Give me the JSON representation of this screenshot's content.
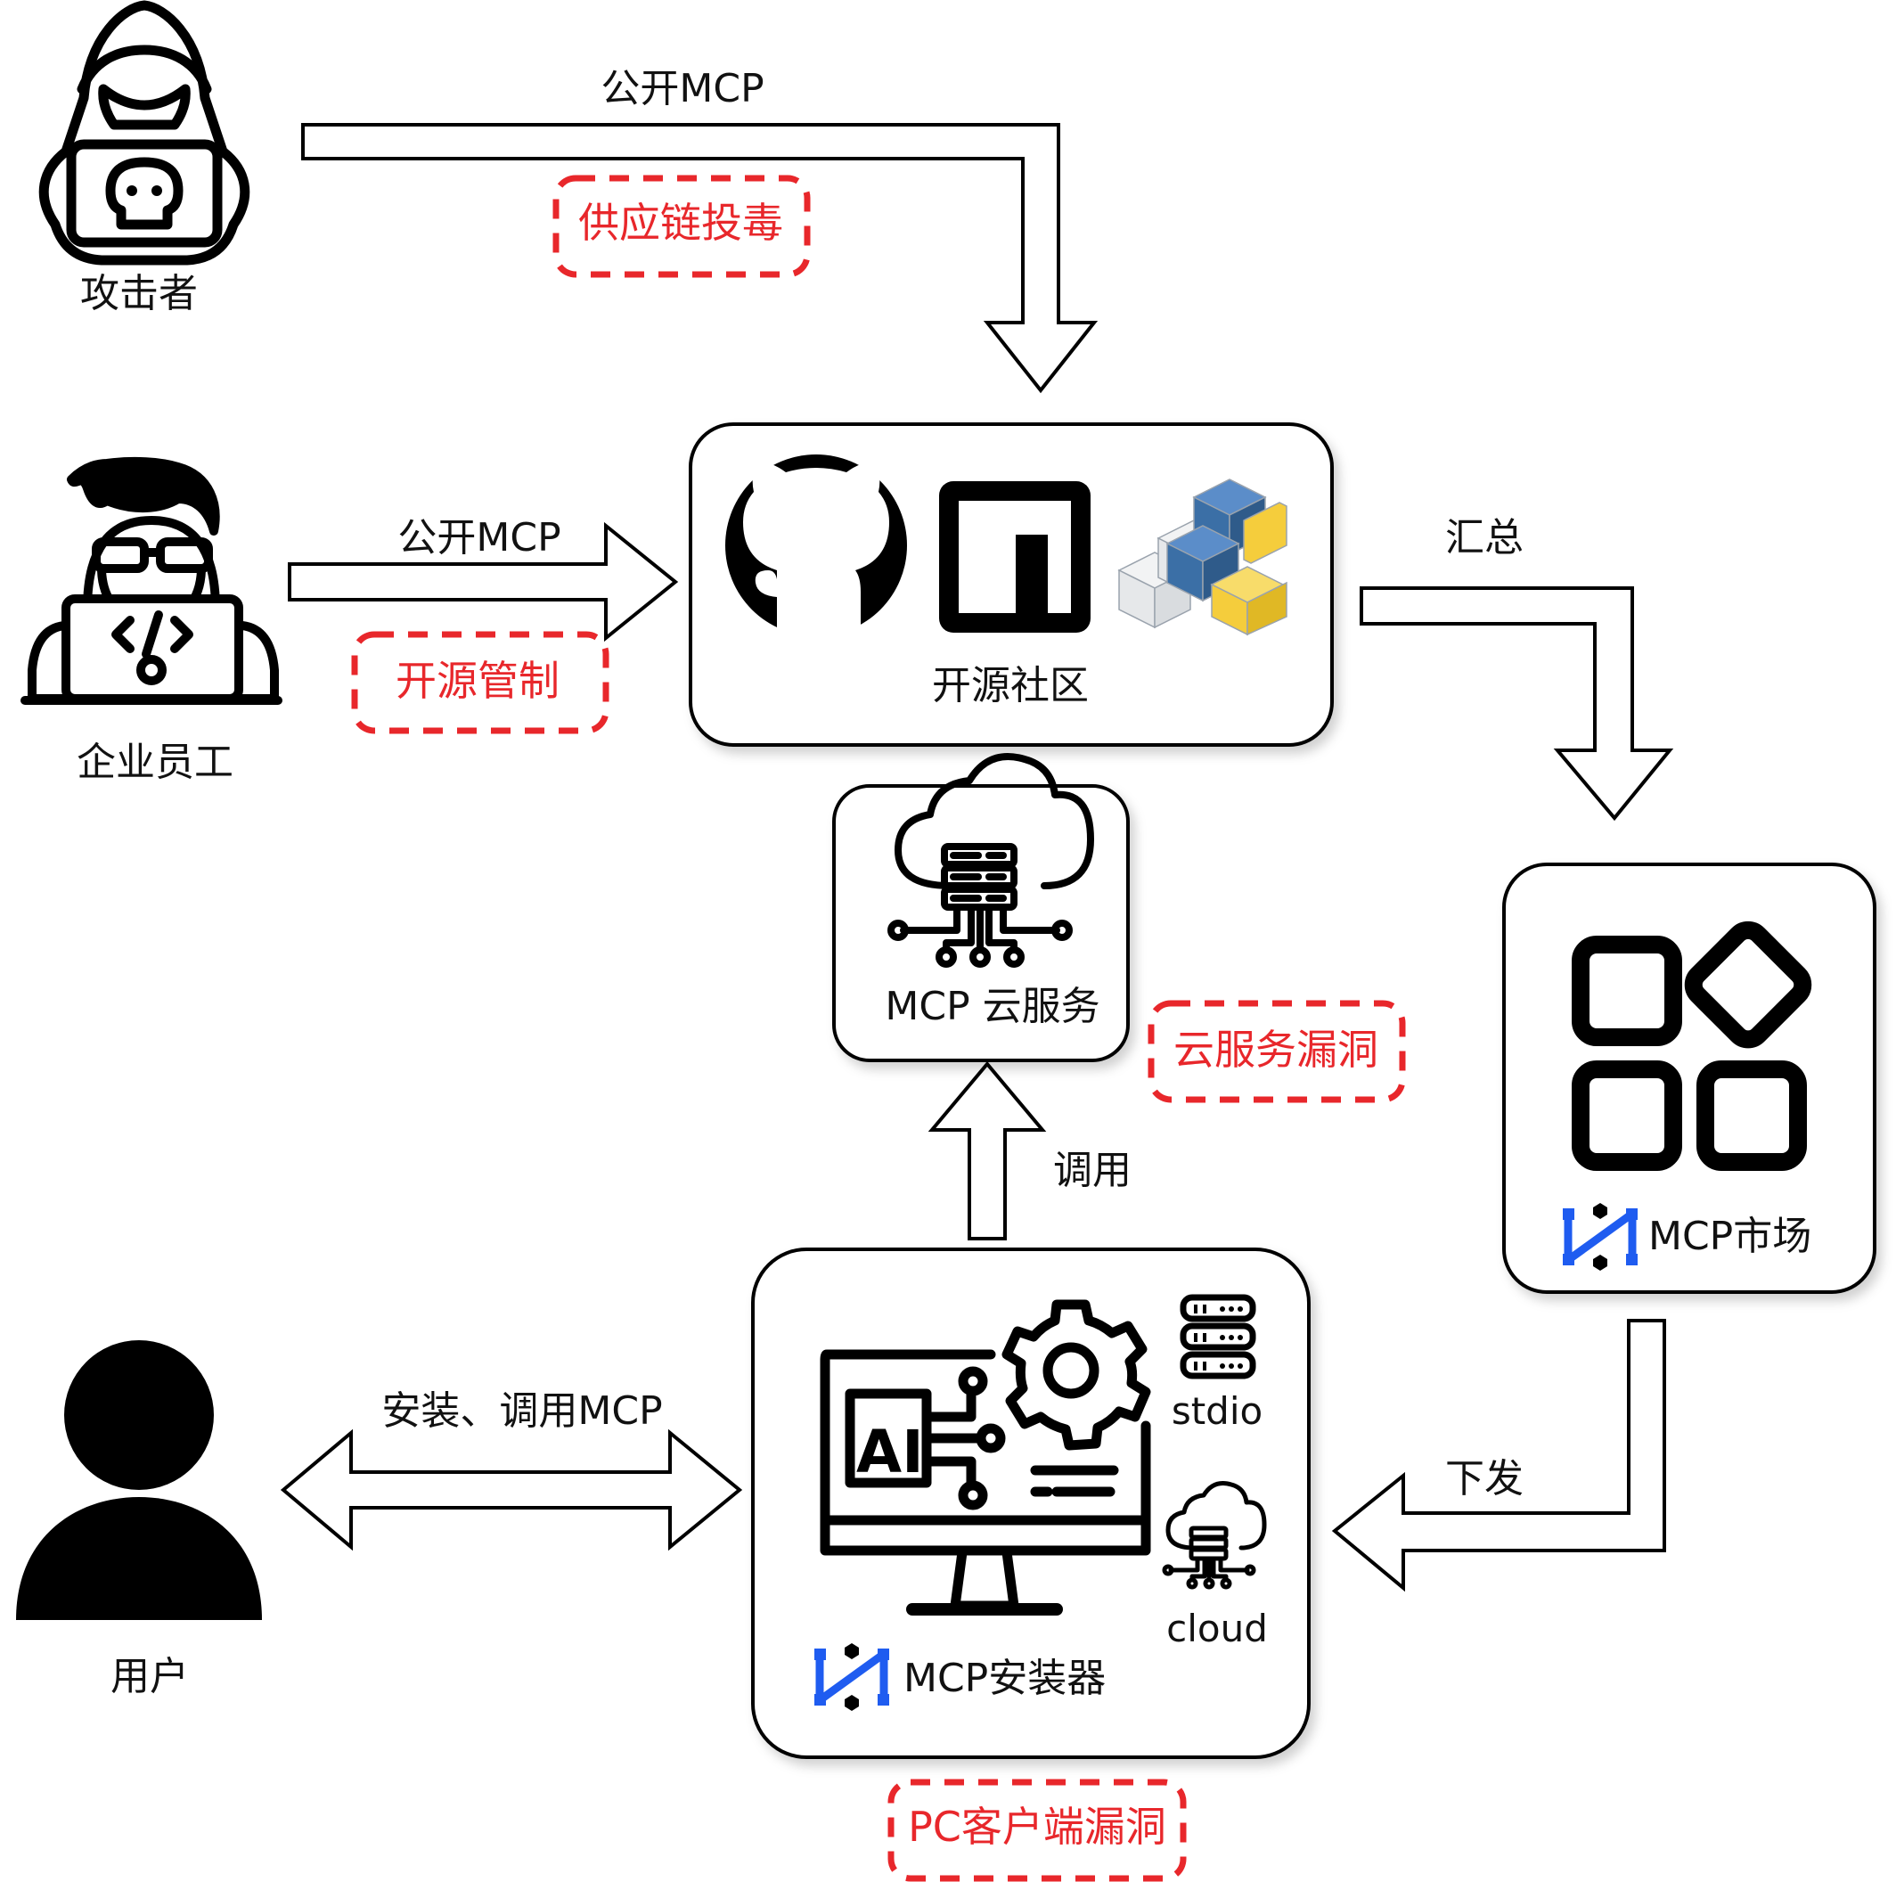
{
  "colors": {
    "risk": "#e8272b",
    "stroke": "#000000",
    "brand_blue": "#1f5cf0",
    "python_blue": "#3b6fa6",
    "python_yellow": "#f5cd3c"
  },
  "actors": {
    "attacker": {
      "label": "攻击者",
      "icon": "hacker-icon"
    },
    "employee": {
      "label": "企业员工",
      "icon": "developer-icon"
    },
    "user": {
      "label": "用户",
      "icon": "user-icon"
    }
  },
  "nodes": {
    "open_source": {
      "label": "开源社区",
      "icons": [
        "github-icon",
        "npm-icon",
        "pypi-icon"
      ]
    },
    "cloud_service": {
      "label": "MCP 云服务",
      "icon": "cloud-server-icon"
    },
    "market": {
      "label": "MCP市场",
      "icon": "apps-grid-icon"
    },
    "installer": {
      "label": "MCP安装器",
      "icon": "ai-computer-icon",
      "modes": [
        {
          "label": "stdio",
          "icon": "server-rack-icon"
        },
        {
          "label": "cloud",
          "icon": "cloud-server-icon"
        }
      ]
    }
  },
  "edges": {
    "attacker_publish": "公开MCP",
    "employee_publish": "公开MCP",
    "aggregate": "汇总",
    "distribute": "下发",
    "invoke": "调用",
    "user_install": "安装、调用MCP"
  },
  "risks": {
    "supply_chain": "供应链投毒",
    "open_source_control": "开源管制",
    "cloud_vuln": "云服务漏洞",
    "pc_vuln": "PC客户端漏洞"
  }
}
